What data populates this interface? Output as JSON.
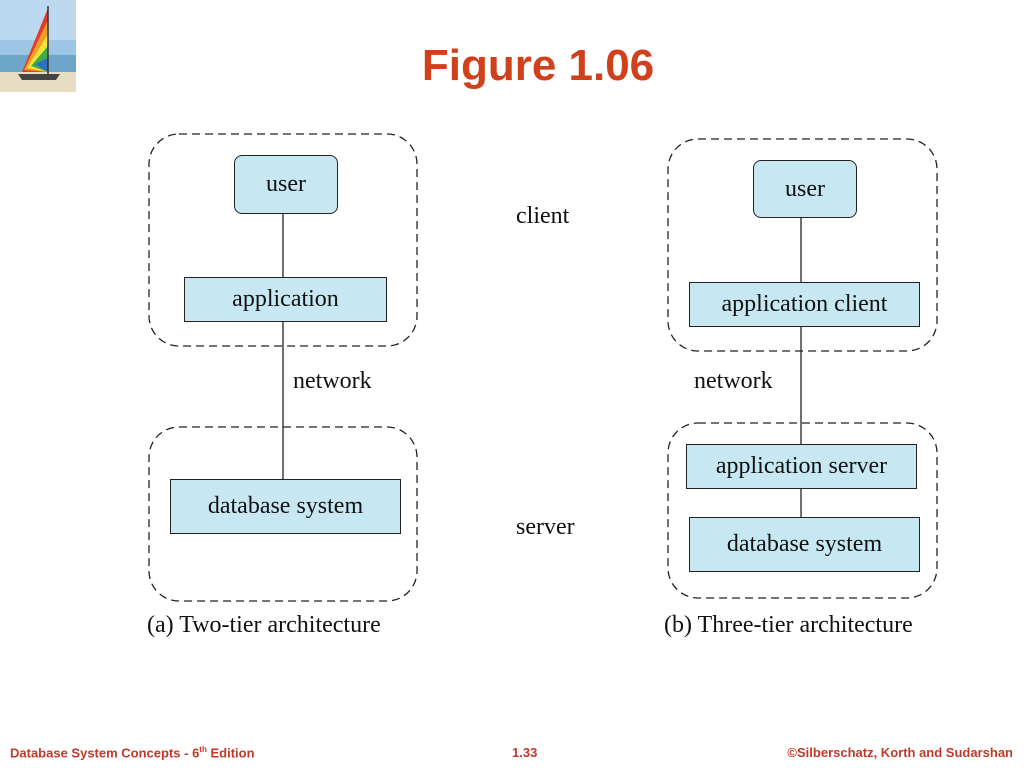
{
  "slide": {
    "title": "Figure 1.06"
  },
  "tiers": {
    "client": "client",
    "server": "server"
  },
  "two_tier": {
    "user": "user",
    "application": "application",
    "network": "network",
    "database": "database system",
    "caption": "(a) Two-tier architecture"
  },
  "three_tier": {
    "user": "user",
    "application_client": "application client",
    "network": "network",
    "application_server": "application server",
    "database": "database system",
    "caption": "(b) Three-tier architecture"
  },
  "footer": {
    "left_main": "Database System Concepts - 6",
    "left_sup": "th",
    "left_tail": " Edition",
    "page": "1.33",
    "right": "©Silberschatz, Korth and Sudarshan"
  },
  "colors": {
    "title": "#d0401a",
    "box_fill": "#c7e8f2",
    "footer": "#c0392b"
  }
}
